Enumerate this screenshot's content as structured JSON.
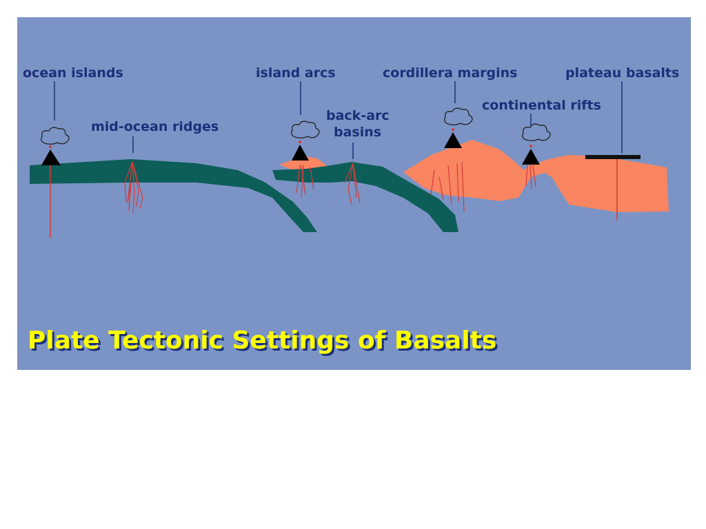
{
  "title": "Plate Tectonic Settings of Basalts",
  "labels": {
    "ocean_islands": "ocean islands",
    "mid_ocean_ridges": "mid-ocean ridges",
    "island_arcs": "island arcs",
    "back_arc_line1": "back-arc",
    "back_arc_line2": "basins",
    "cordillera_margins": "cordillera margins",
    "continental_rifts": "continental rifts",
    "plateau_basalts": "plateau basalts"
  },
  "colors": {
    "background": "#7b94c5",
    "oceanic_plate": "#0d5e58",
    "continental_crust": "#f98561",
    "magma": "#d53a3a",
    "label_text": "#1d2f7a",
    "title_text": "#ffff00"
  }
}
